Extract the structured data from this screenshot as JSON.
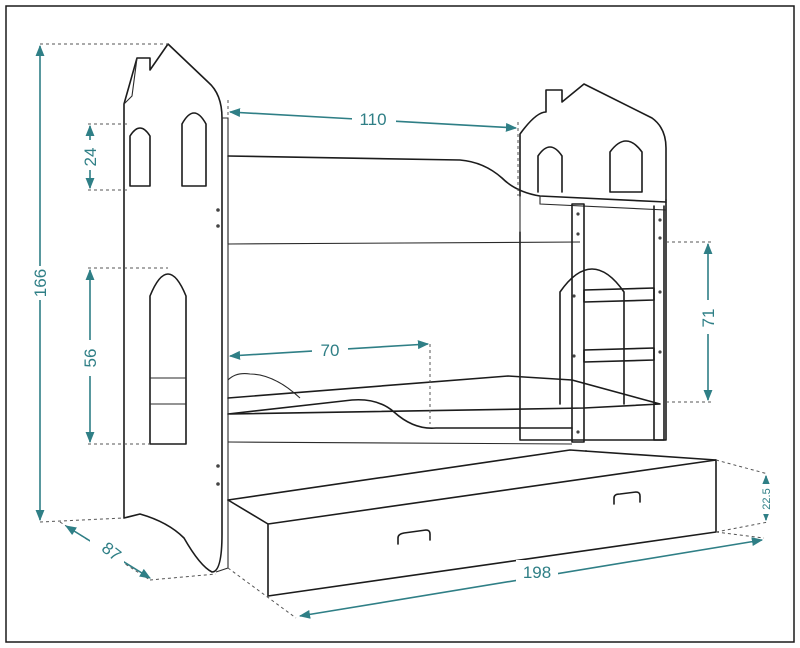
{
  "diagram": {
    "dimensions": {
      "height_total": "166",
      "window_upper": "24",
      "window_lower": "56",
      "depth": "87",
      "length": "198",
      "top_opening": "110",
      "bottom_opening": "70",
      "ladder_height": "71",
      "drawer_height": "22.5"
    },
    "colors": {
      "dimension": "#2f7f86",
      "outline": "#1c1c1c",
      "dashed": "#555555"
    }
  }
}
